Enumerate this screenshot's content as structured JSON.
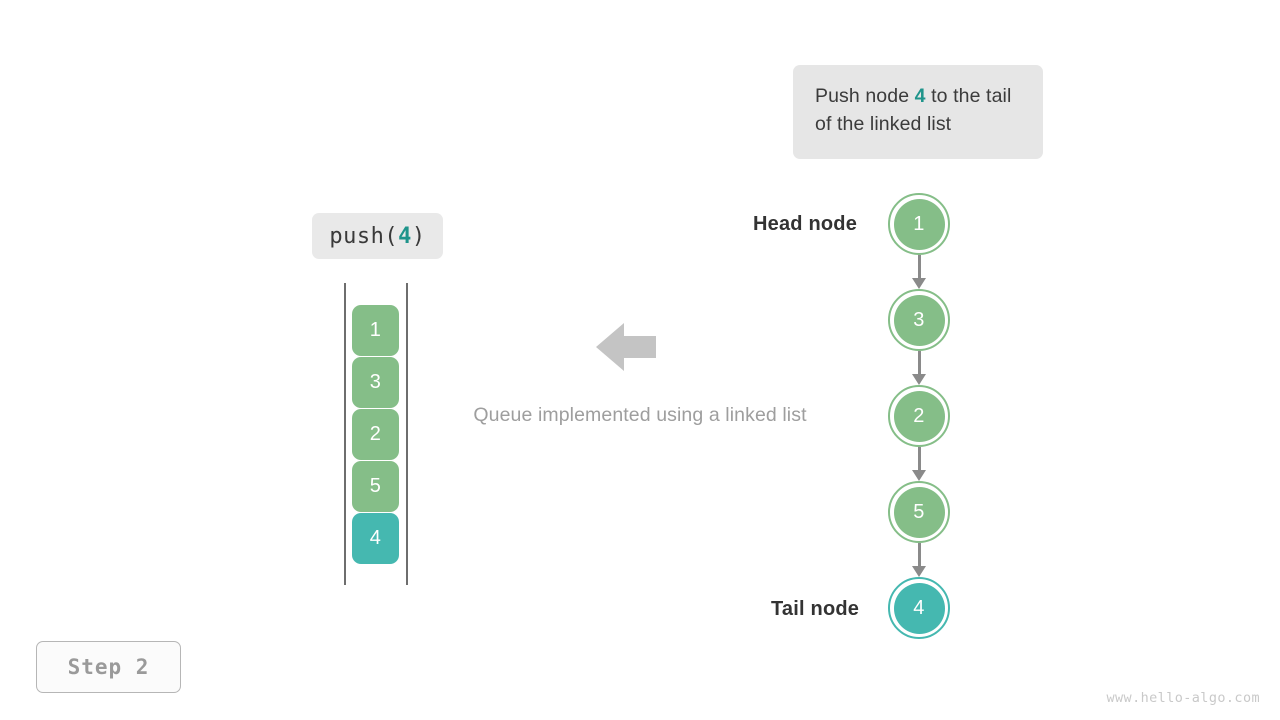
{
  "callout": {
    "text_before": "Push node ",
    "accent": "4",
    "text_after": " to the tail of the linked list"
  },
  "code_chip": {
    "prefix": "push(",
    "arg": "4",
    "suffix": ")"
  },
  "array": {
    "label": "queue-array",
    "cells": [
      {
        "value": "1",
        "state": "normal"
      },
      {
        "value": "3",
        "state": "normal"
      },
      {
        "value": "2",
        "state": "normal"
      },
      {
        "value": "5",
        "state": "normal"
      },
      {
        "value": "4",
        "state": "highlighted"
      }
    ]
  },
  "caption": "Queue implemented using a linked list",
  "arrow": {
    "icon": "arrow-left-icon",
    "direction": "left"
  },
  "linked_list": {
    "head_label": "Head node",
    "tail_label": "Tail node",
    "nodes": [
      {
        "value": "1",
        "state": "normal"
      },
      {
        "value": "3",
        "state": "normal"
      },
      {
        "value": "2",
        "state": "normal"
      },
      {
        "value": "5",
        "state": "normal"
      },
      {
        "value": "4",
        "state": "highlighted"
      }
    ]
  },
  "step_badge": "Step 2",
  "watermark": "www.hello-algo.com",
  "colors": {
    "node_green": "#85be88",
    "node_teal": "#45b8b0",
    "accent_teal": "#1f948b",
    "callout_bg": "#e6e6e6",
    "chip_bg": "#e9e9e9",
    "connector_gray": "#8a8a8a",
    "caption_gray": "#9e9e9e",
    "rail_gray": "#6e6e6e"
  }
}
